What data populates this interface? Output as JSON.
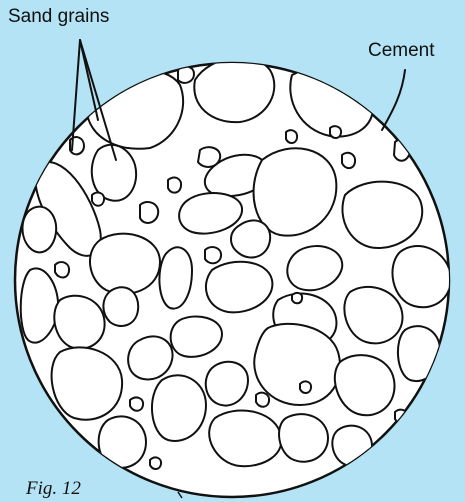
{
  "labels": {
    "sand_grains": "Sand grains",
    "cement": "Cement",
    "figure": "Fig. 12"
  },
  "colors": {
    "background": "#b3e3f4",
    "ink": "#111111",
    "cement_fill": "#ffffff"
  }
}
